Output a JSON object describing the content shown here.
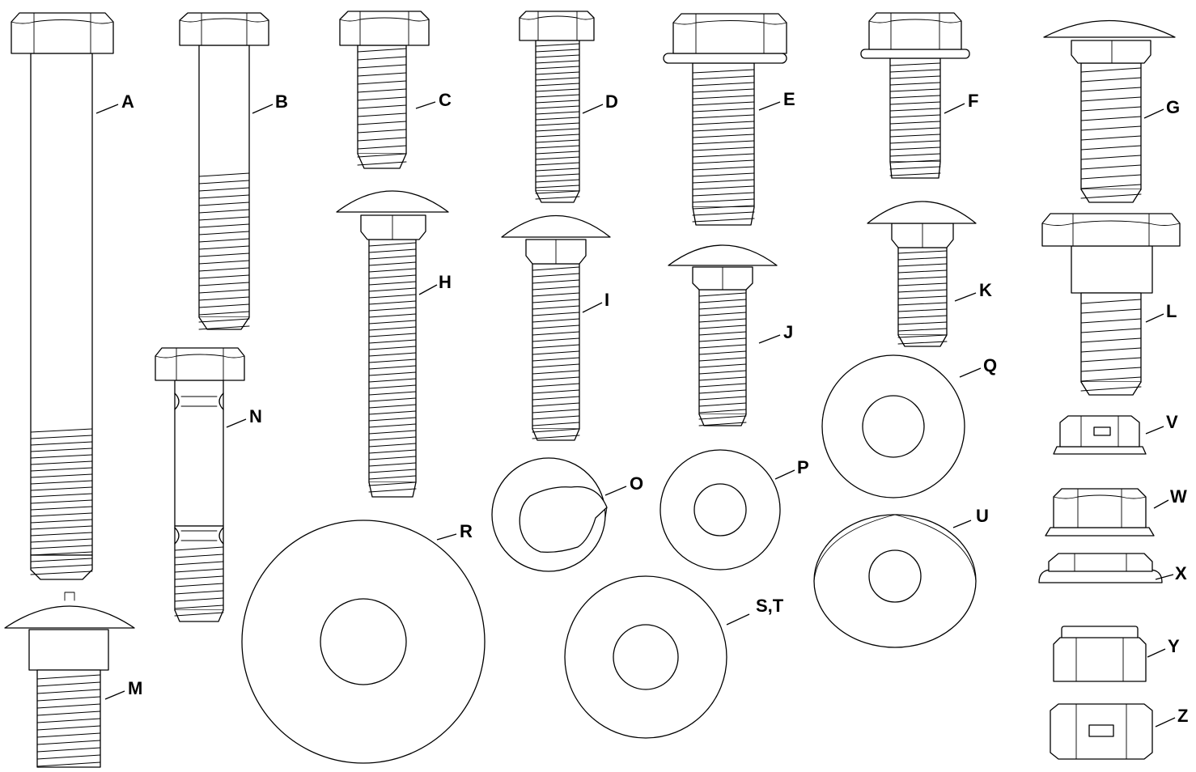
{
  "labels": {
    "A": "A",
    "B": "B",
    "C": "C",
    "D": "D",
    "E": "E",
    "F": "F",
    "G": "G",
    "H": "H",
    "I": "I",
    "J": "J",
    "K": "K",
    "L": "L",
    "M": "M",
    "N": "N",
    "O": "O",
    "P": "P",
    "Q": "Q",
    "R": "R",
    "ST": "S,T",
    "U": "U",
    "V": "V",
    "W": "W",
    "X": "X",
    "Y": "Y",
    "Z": "Z"
  }
}
